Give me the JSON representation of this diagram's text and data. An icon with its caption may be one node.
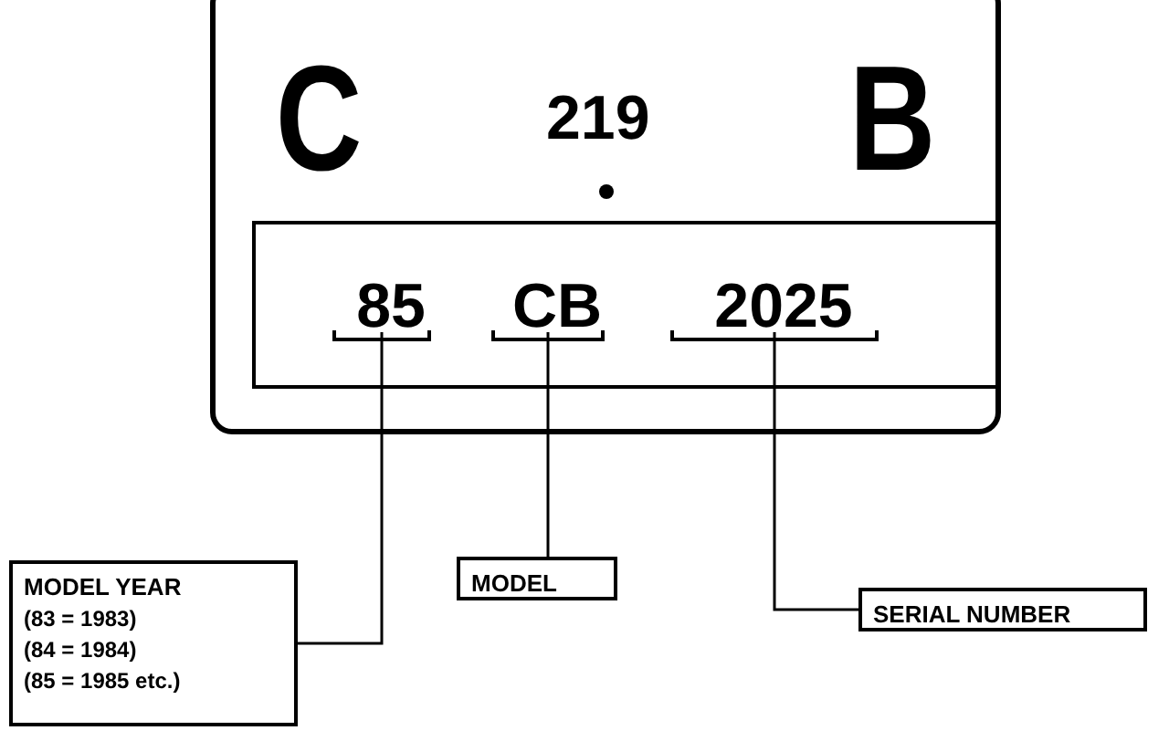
{
  "diagram": {
    "nodes": [
      {
        "text": [
          "C",
          "219",
          "B"
        ]
      },
      {
        "text": [],
        "shape": "box",
        "in": 0
      },
      {
        "text": [
          "85"
        ],
        "in": 1
      },
      {
        "text": [
          "CB"
        ],
        "in": 1
      },
      {
        "text": [
          "2025"
        ],
        "in": 1
      },
      {
        "text": [
          "MODEL YEAR",
          "(83 = 1983)",
          "(84 = 1984)",
          "(85 = 1985 etc.)"
        ]
      },
      {
        "text": [
          "MODEL"
        ]
      },
      {
        "text": [
          "SERIAL NUMBER"
        ]
      }
    ],
    "edges": [
      {
        "from": 2,
        "to": 5,
        "arrow": "none"
      },
      {
        "from": 3,
        "to": 6,
        "arrow": "none"
      },
      {
        "from": 4,
        "to": 7,
        "arrow": "none"
      }
    ]
  }
}
